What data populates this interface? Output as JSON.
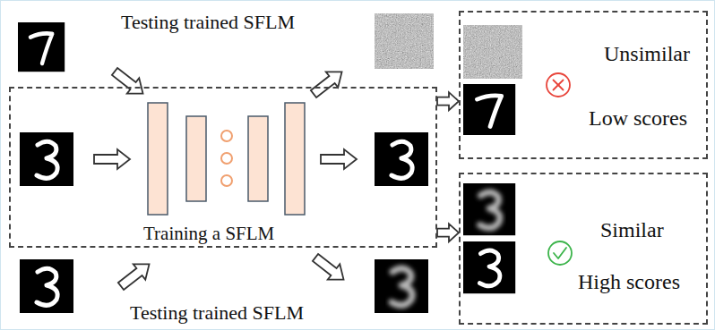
{
  "diagram": {
    "nodes": [
      {
        "text": [
          "Training a SFLM"
        ]
      },
      {
        "text": [
          "Unsimilar",
          "Low scores"
        ]
      },
      {
        "text": [
          "Similar",
          "High scores"
        ]
      }
    ],
    "edges": [
      {
        "from": 0,
        "to": 1,
        "arrow": "to"
      },
      {
        "from": 0,
        "to": 2,
        "arrow": "to"
      }
    ],
    "labels": [
      "Testing trained SFLM",
      "Testing trained SFLM"
    ]
  }
}
